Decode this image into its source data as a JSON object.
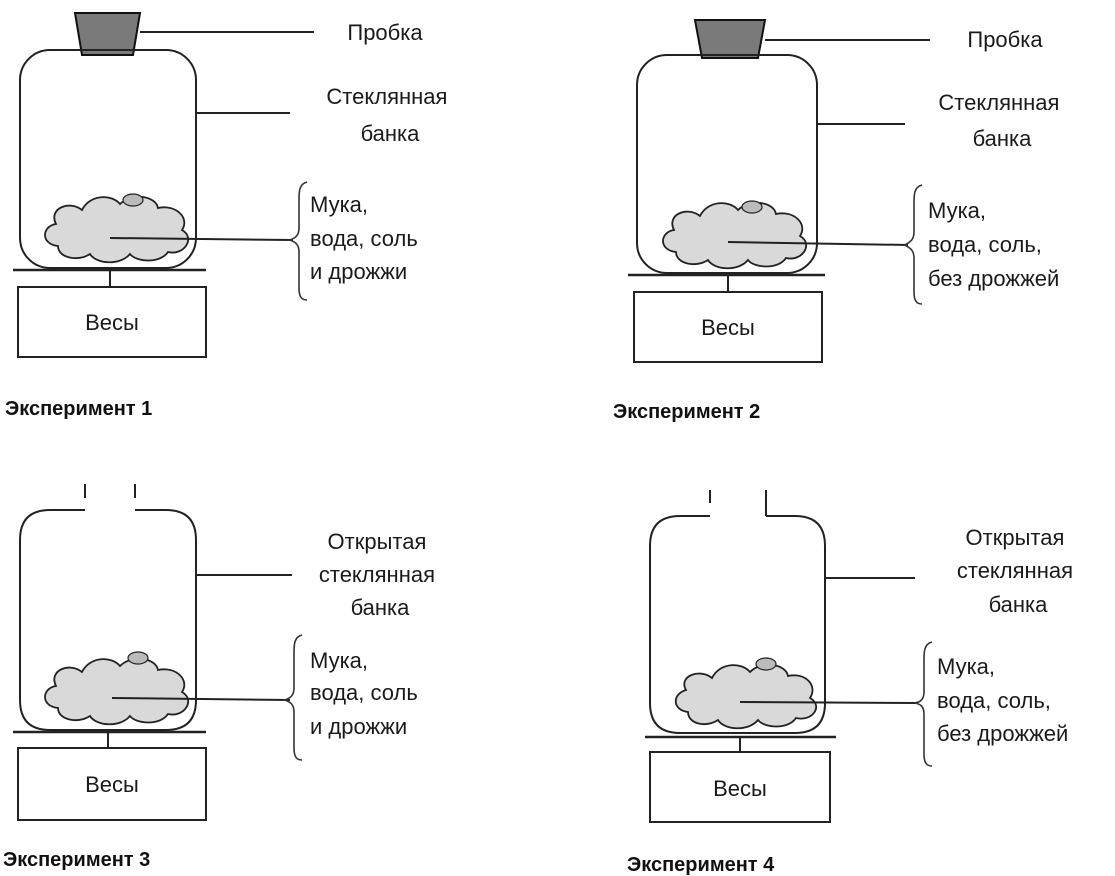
{
  "colors": {
    "ink": "#222222",
    "cork": "#7a7a7a",
    "dough": "#d9d9d9"
  },
  "experiments": [
    {
      "title": "Эксперимент 1",
      "cork_label": "Пробка",
      "jar_label": [
        "Стеклянная",
        "банка"
      ],
      "contents_label": [
        "Мука,",
        "вода, соль",
        "и дрожжи"
      ],
      "scale_label": "Весы"
    },
    {
      "title": "Эксперимент 2",
      "cork_label": "Пробка",
      "jar_label": [
        "Стеклянная",
        "банка"
      ],
      "contents_label": [
        "Мука,",
        "вода, соль,",
        "без дрожжей"
      ],
      "scale_label": "Весы"
    },
    {
      "title": "Эксперимент 3",
      "jar_label": [
        "Открытая",
        "стеклянная",
        "банка"
      ],
      "contents_label": [
        "Мука,",
        "вода, соль",
        "и дрожжи"
      ],
      "scale_label": "Весы"
    },
    {
      "title": "Эксперимент 4",
      "jar_label": [
        "Открытая",
        "стеклянная",
        "банка"
      ],
      "contents_label": [
        "Мука,",
        "вода, соль,",
        "без дрожжей"
      ],
      "scale_label": "Весы"
    }
  ]
}
